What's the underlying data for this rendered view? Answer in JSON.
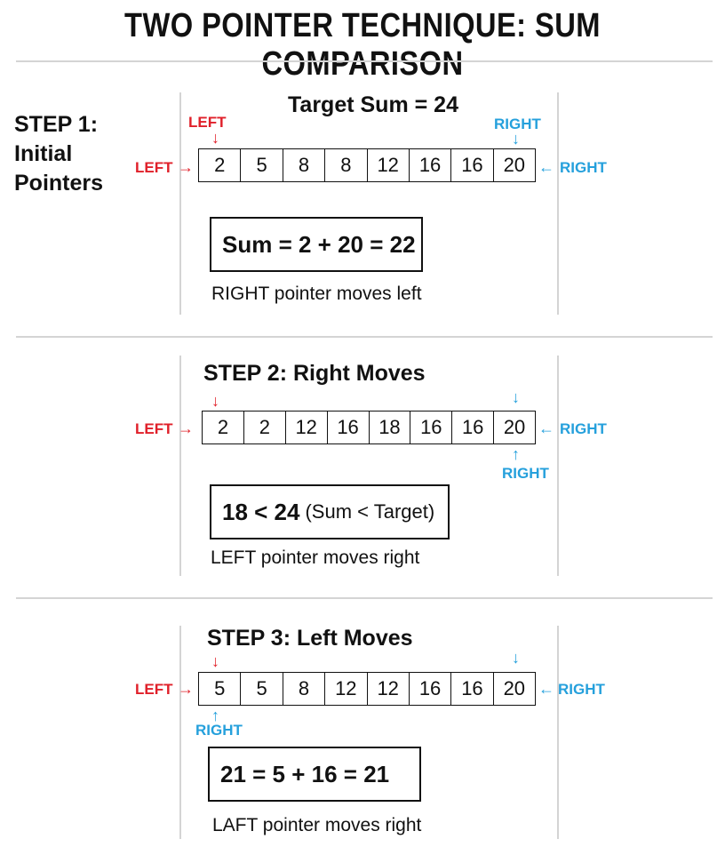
{
  "title": "TWO POINTER TECHNIQUE: SUM COMPARISON",
  "colors": {
    "left_pointer": "#e0202a",
    "right_pointer": "#25a0dc",
    "divider": "#d4d4d4"
  },
  "step1": {
    "label_line1": "STEP 1:",
    "label_line2": "Initial",
    "label_line3": "Pointers",
    "target": "Target Sum = 24",
    "left_top": "LEFT",
    "right_top": "RIGHT",
    "left_side": "LEFT",
    "right_side": "RIGHT",
    "array": [
      "2",
      "5",
      "8",
      "8",
      "12",
      "16",
      "16",
      "20"
    ],
    "sum_box": "Sum = 2 + 20 = 22",
    "note": "RIGHT pointer moves left"
  },
  "step2": {
    "heading": "STEP 2: Right Moves",
    "left_side": "LEFT",
    "right_side": "RIGHT",
    "right_bottom": "RIGHT",
    "array": [
      "2",
      "2",
      "12",
      "16",
      "18",
      "16",
      "16",
      "20"
    ],
    "sum_box_bold": "18 < 24",
    "sum_box_light": "(Sum < Target)",
    "note": "LEFT pointer moves right"
  },
  "step3": {
    "heading": "STEP 3: Left Moves",
    "left_side": "LEFT",
    "right_side": "RIGHT",
    "right_bottom": "RIGHT",
    "array": [
      "5",
      "5",
      "8",
      "12",
      "12",
      "16",
      "16",
      "20"
    ],
    "sum_box": "21 = 5 + 16 = 21",
    "note": "LAFT pointer moves right"
  }
}
